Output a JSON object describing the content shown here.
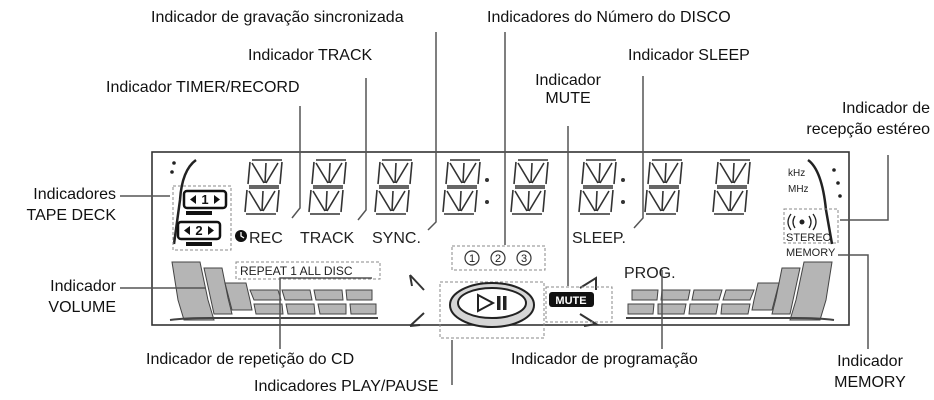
{
  "callouts": {
    "sync_rec": "Indicador de gravação sincronizada",
    "disc_number": "Indicadores do Número do DISCO",
    "track": "Indicador TRACK",
    "sleep": "Indicador SLEEP",
    "timer_record": "Indicador TIMER/RECORD",
    "mute_line1": "Indicador",
    "mute_line2": "MUTE",
    "stereo_line1": "Indicador de",
    "stereo_line2": "recepção estéreo",
    "tape_line1": "Indicadores",
    "tape_line2": "TAPE DECK",
    "volume_line1": "Indicador",
    "volume_line2": "VOLUME",
    "repeat": "Indicador de repetição do CD",
    "play_pause": "Indicadores PLAY/PAUSE",
    "program": "Indicador de programação",
    "memory_line1": "Indicador",
    "memory_line2": "MEMORY"
  },
  "display": {
    "rec": "REC",
    "track": "TRACK",
    "sync": "SYNC.",
    "sleep": "SLEEP.",
    "disc1": "1",
    "disc2": "2",
    "disc3": "3",
    "repeat": "REPEAT 1 ALL DISC",
    "mute": "MUTE",
    "prog": "PROG.",
    "khz": "kHz",
    "mhz": "MHz",
    "stereo": "STEREO",
    "memory": "MEMORY",
    "tape1": "1",
    "tape2": "2"
  }
}
